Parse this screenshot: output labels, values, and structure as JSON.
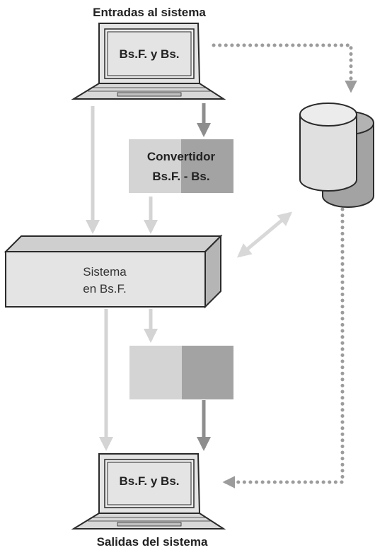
{
  "title_top": "Entradas al sistema",
  "title_bottom": "Salidas del sistema",
  "input_laptop": {
    "screen_text": "Bs.F. y Bs."
  },
  "output_laptop": {
    "screen_text": "Bs.F. y Bs."
  },
  "converter": {
    "line1": "Convertidor",
    "line2": "Bs.F. - Bs."
  },
  "system_box": {
    "line1": "Sistema",
    "line2": "en Bs.F."
  },
  "colors": {
    "light_gray": "#d4d4d4",
    "mid_gray": "#a3a3a3",
    "dark_gray": "#8e8e8e",
    "dotted_gray": "#9c9c9c",
    "outline": "#2a2a2a"
  }
}
